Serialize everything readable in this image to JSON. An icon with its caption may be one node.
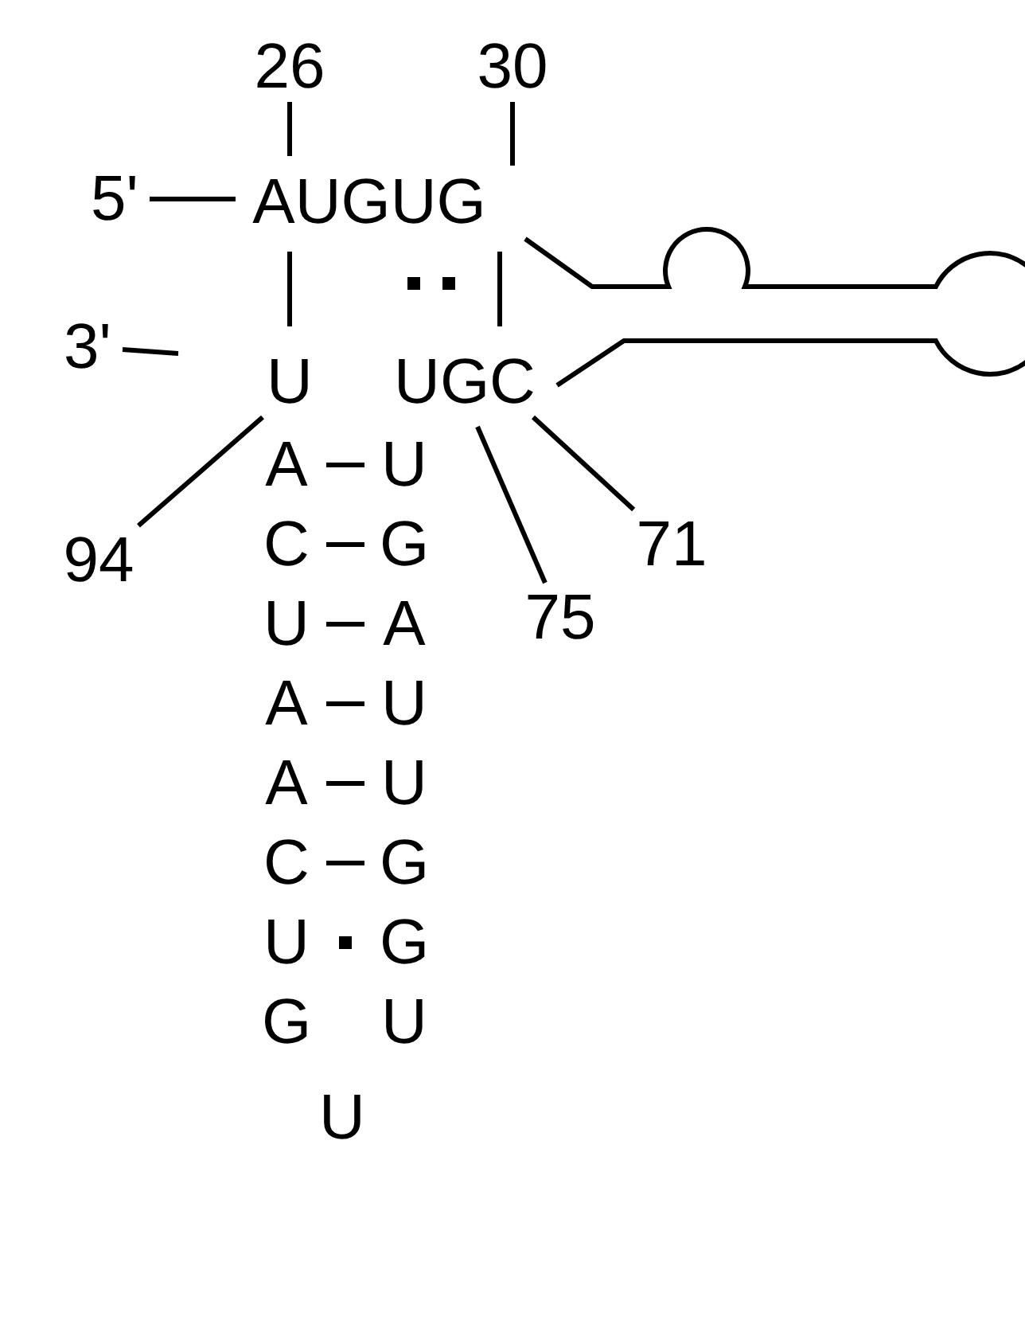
{
  "diagram": {
    "nodes": [
      {
        "text": [
          "26"
        ]
      },
      {
        "text": [
          "30"
        ]
      },
      {
        "text": [
          "5'"
        ]
      },
      {
        "text": [
          "3'"
        ]
      },
      {
        "text": [
          "94"
        ]
      },
      {
        "text": [
          "75"
        ]
      },
      {
        "text": [
          "71"
        ]
      }
    ],
    "edges": [
      {
        "from": 0,
        "to": null,
        "arrow": "none"
      },
      {
        "from": 1,
        "to": null,
        "arrow": "none"
      },
      {
        "from": 2,
        "to": null,
        "arrow": "none"
      },
      {
        "from": 3,
        "to": null,
        "arrow": "none"
      },
      {
        "from": 4,
        "to": null,
        "arrow": "none"
      },
      {
        "from": 5,
        "to": null,
        "arrow": "none"
      },
      {
        "from": 6,
        "to": null,
        "arrow": "none"
      }
    ],
    "labels": [
      "AUGUG",
      "U",
      "UGC",
      "A",
      "U",
      "C",
      "G",
      "U",
      "A",
      "A",
      "U",
      "A",
      "U",
      "C",
      "G",
      "U",
      "G",
      "G",
      "U",
      "U"
    ]
  }
}
